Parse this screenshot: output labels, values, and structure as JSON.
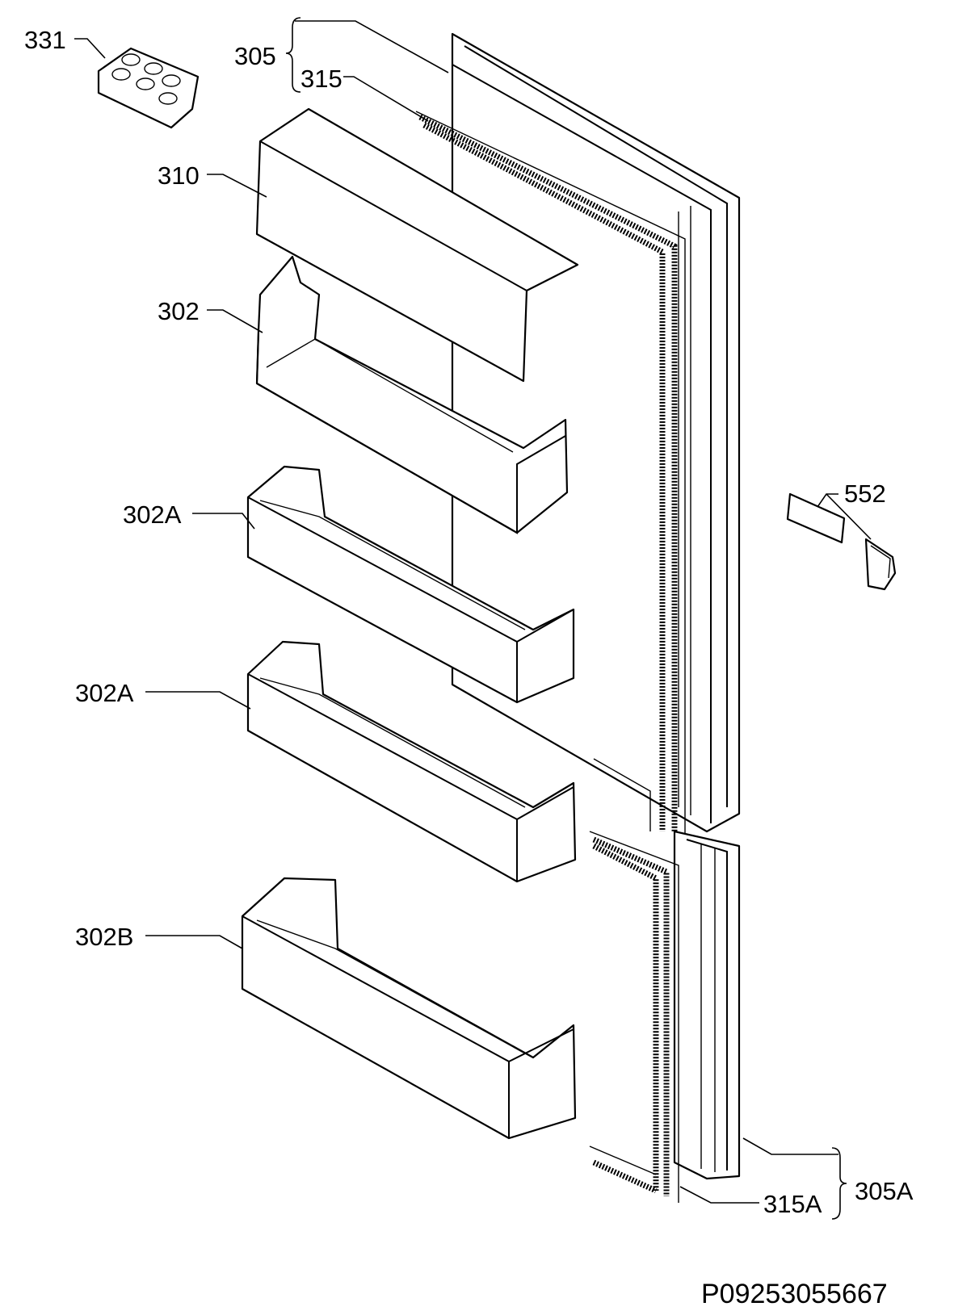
{
  "labels": {
    "l331": "331",
    "l305": "305",
    "l315": "315",
    "l310": "310",
    "l302": "302",
    "l302a_1": "302A",
    "l302a_2": "302A",
    "l302b": "302B",
    "l552": "552",
    "l305a": "305A",
    "l315a": "315A"
  },
  "drawing_code": "P09253055667"
}
